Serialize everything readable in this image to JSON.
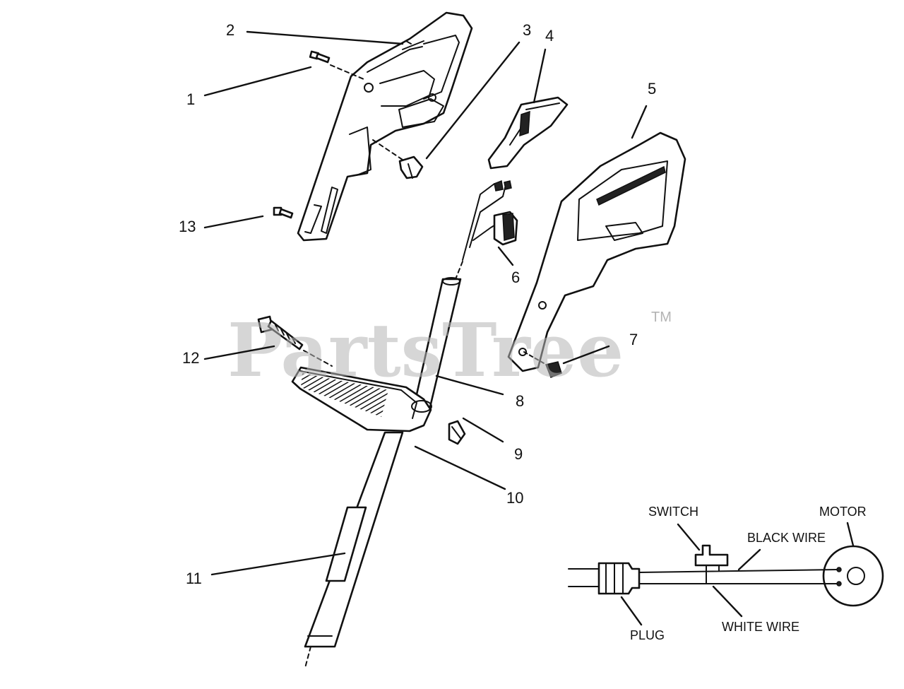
{
  "watermark": {
    "text": "PartsTree",
    "tm": "TM"
  },
  "callouts": [
    "1",
    "2",
    "3",
    "4",
    "5",
    "6",
    "7",
    "8",
    "9",
    "10",
    "11",
    "12",
    "13"
  ],
  "wiring": {
    "switch": "SWITCH",
    "motor": "MOTOR",
    "black_wire": "BLACK WIRE",
    "white_wire": "WHITE WIRE",
    "plug": "PLUG"
  }
}
